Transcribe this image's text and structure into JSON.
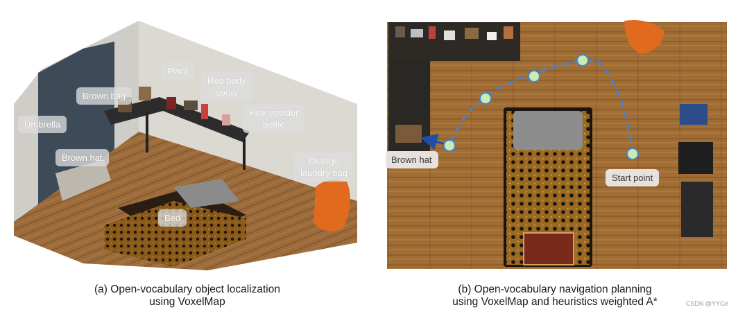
{
  "panel_a": {
    "labels": {
      "plant": "Plant",
      "red_body_spray": "Red body\nspray",
      "brown_bag": "Brown bag",
      "pink_powder_bottle": "Pink powder\nbottle",
      "umbrella": "Umbrella",
      "brown_hat": "Brown hat",
      "orange_laundry_bag": "Orange\nlaundry bag",
      "bed": "Bed"
    },
    "caption": "(a) Open-vocabulary object localization\nusing VoxelMap"
  },
  "panel_b": {
    "labels": {
      "brown_hat": "Brown hat",
      "start_point": "Start point"
    },
    "caption": "(b) Open-vocabulary navigation planning\nusing VoxelMap and heuristics weighted A*"
  },
  "watermark": "CSDN @YYGe",
  "colors": {
    "path_dash": "#4a7fd0",
    "waypoint_fill": "#c9ecb0",
    "waypoint_stroke": "#4a7fd0",
    "arrow": "#1f4fa8",
    "floor": "#9a6a3a",
    "wall": "#d9d6d0"
  }
}
